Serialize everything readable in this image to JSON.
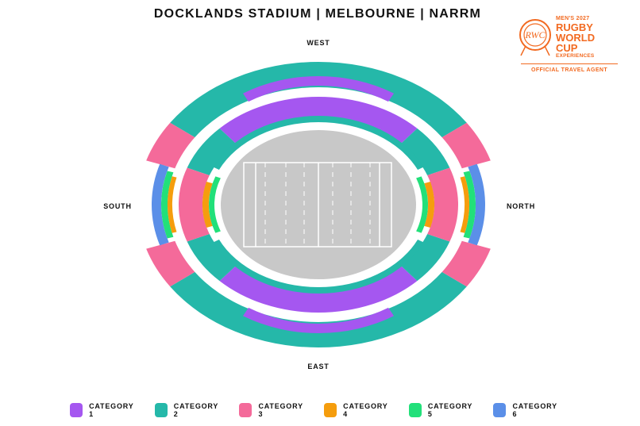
{
  "title": "DOCKLANDS STADIUM | MELBOURNE | NARRM",
  "directions": {
    "west": "WEST",
    "east": "EAST",
    "south": "SOUTH",
    "north": "NORTH"
  },
  "logo": {
    "line1": "MEN'S 2027",
    "line2": "RUGBY",
    "line3": "WORLD",
    "line4": "CUP",
    "line5": "EXPERIENCES",
    "agent": "OFFICIAL TRAVEL AGENT",
    "brand_color": "#f26a21"
  },
  "legend": [
    {
      "label": "CATEGORY 1",
      "color": "#a557f0"
    },
    {
      "label": "CATEGORY 2",
      "color": "#25b8a9"
    },
    {
      "label": "CATEGORY 3",
      "color": "#f46a9a"
    },
    {
      "label": "CATEGORY 4",
      "color": "#f59d0d"
    },
    {
      "label": "CATEGORY 5",
      "color": "#22e07a"
    },
    {
      "label": "CATEGORY 6",
      "color": "#5b8fe8"
    }
  ],
  "field_color": "#c8c8c8"
}
